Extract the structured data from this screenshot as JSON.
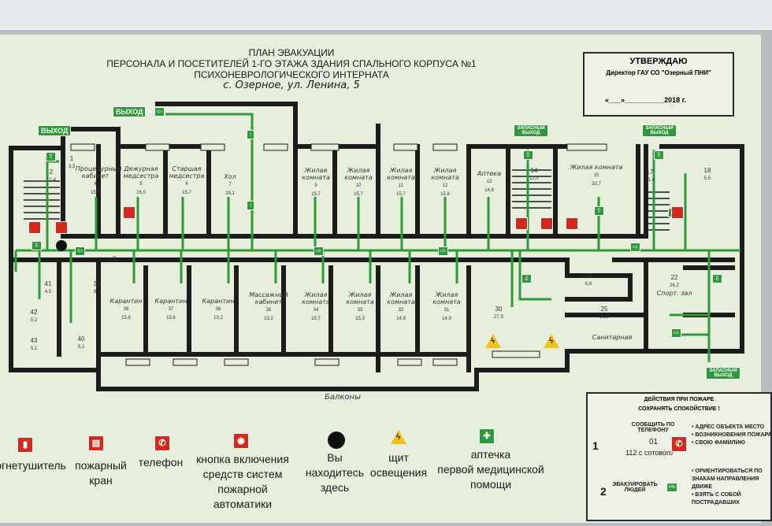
{
  "title_lines": [
    "ПЛАН ЭВАКУАЦИИ",
    "ПЕРСОНАЛА И ПОСЕТИТЕЛЕЙ 1-ГО ЭТАЖА ЗДАНИЯ СПАЛЬНОГО КОРПУСА №1",
    "ПСИХОНЕВРОЛОГИЧЕСКОГО ИНТЕРНАТА",
    "с. Озерное, ул. Ленина, 5"
  ],
  "approval": {
    "heading": "УТВЕРЖДАЮ",
    "signer": "Директор ГАУ СО \"Озерный ПНИ\"",
    "date": "«___»__________2018 г."
  },
  "exits": {
    "main_label": "ВЫХОД",
    "spare_label": "ЗАПАСНЫЙ ВЫХОД"
  },
  "rooms": {
    "r1": {
      "name": "1",
      "area": "3,3"
    },
    "r2": {
      "name": "2",
      "area": "12,4"
    },
    "r4": {
      "name": "Процедурный кабинет",
      "num": "4",
      "area": "15,4"
    },
    "r5": {
      "name": "Дежурная медсестра",
      "num": "5",
      "area": "16,0"
    },
    "r6": {
      "name": "Старшая медсестра",
      "num": "6",
      "area": "15,7"
    },
    "r7": {
      "name": "Хол",
      "num": "7",
      "area": "29,1"
    },
    "r9": {
      "name": "Жилая комната",
      "num": "9",
      "area": "15,7"
    },
    "r10": {
      "name": "Жилая комната",
      "num": "10",
      "area": "15,7"
    },
    "r11": {
      "name": "Жилая комната",
      "num": "11",
      "area": "15,7"
    },
    "r12": {
      "name": "Жилая комната",
      "num": "12",
      "area": "15,8"
    },
    "r13": {
      "name": "Аптека",
      "num": "13",
      "area": "14,9"
    },
    "r14": {
      "name": "14",
      "area": "12,0"
    },
    "r15": {
      "name": "Жилая комната",
      "num": "15",
      "area": "33,7"
    },
    "r17": {
      "name": "17",
      "area": "21,4"
    },
    "r18": {
      "name": "18",
      "area": "5,5"
    },
    "r3": {
      "name": "3"
    },
    "r41": {
      "name": "41",
      "area": "4,5"
    },
    "r39": {
      "name": "39",
      "area": "8,5"
    },
    "r42": {
      "name": "42",
      "area": "5,2"
    },
    "r43": {
      "name": "43",
      "area": "5,1"
    },
    "r40": {
      "name": "40",
      "area": "5,2"
    },
    "r38": {
      "name": "Карантин",
      "num": "38",
      "area": "15,6"
    },
    "r37": {
      "name": "Карантин",
      "num": "37",
      "area": "15,6"
    },
    "r36": {
      "name": "Карантин",
      "num": "36",
      "area": "13,2"
    },
    "r35": {
      "name": "Массажный кабинет",
      "num": "35",
      "area": "13,2"
    },
    "r34": {
      "name": "Жилая комната",
      "num": "34",
      "area": "15,7"
    },
    "r33": {
      "name": "Жилая комната",
      "num": "33",
      "area": "15,3"
    },
    "r32": {
      "name": "Жилая комната",
      "num": "32",
      "area": "14,9"
    },
    "r31": {
      "name": "Жилая комната",
      "num": "31",
      "area": "14,9"
    },
    "r30": {
      "name": "30",
      "area": "27,9"
    },
    "r28": {
      "name": "28",
      "area": "6,6"
    },
    "r25": {
      "name": "25",
      "area": "16,9"
    },
    "r22": {
      "name": "Спорт. зал",
      "num": "22",
      "area": "26,2"
    },
    "r_san": {
      "name": "Санитарная"
    },
    "balconies": "Балконы"
  },
  "actions": {
    "heading1": "ДЕЙСТВИЯ ПРИ ПОЖАРЕ",
    "heading2": "СОХРАНЯТЬ СПОКОЙСТВИЕ !",
    "step1_num": "1",
    "step1_text": "СООБЩИТЬ ПО ТЕЛЕФОНУ",
    "step1_phone": "01",
    "step1_mobile": "112 с сотового",
    "step1_list": [
      "• АДРЕС ОБЪЕКТА МЕСТО",
      "• ВОЗНИКНОВЕНИЯ ПОЖАРА",
      "• СВОЮ ФАМИЛИЮ"
    ],
    "step2_num": "2",
    "step2_text": "ЭВАКУИРОВАТЬ ЛЮДЕЙ",
    "step2_list": [
      "• ОРИЕНТИРОВАТЬСЯ ПО ЗНАКАМ НАПРАВЛЕНИЯ ДВИЖЕ",
      "• ВЗЯТЬ С СОБОЙ ПОСТРАДАВШИХ"
    ]
  },
  "legend": [
    {
      "id": "extinguisher",
      "label": "огнетушитель",
      "color": "#d42a1e"
    },
    {
      "id": "hydrant",
      "label": "пожарный\nкран",
      "color": "#d42a1e"
    },
    {
      "id": "phone",
      "label": "телефон",
      "color": "#d42a1e"
    },
    {
      "id": "alarm",
      "label": "кнопка включения\nсредств систем\nпожарной автоматики",
      "color": "#d42a1e"
    },
    {
      "id": "you",
      "label": "Вы\nнаходитесь\nздесь",
      "color": "#111111"
    },
    {
      "id": "panel",
      "label": "щит\nосвещения",
      "color": "#f3c21a"
    },
    {
      "id": "firstaid",
      "label": "аптечка\nпервой медицинской\nпомощи",
      "color": "#2f9a3b"
    }
  ],
  "colors": {
    "wall": "#1c1c1c",
    "route": "#2f9a3b",
    "board": "#e8eedc",
    "danger": "#d42a1e",
    "warning": "#f3c21a"
  }
}
